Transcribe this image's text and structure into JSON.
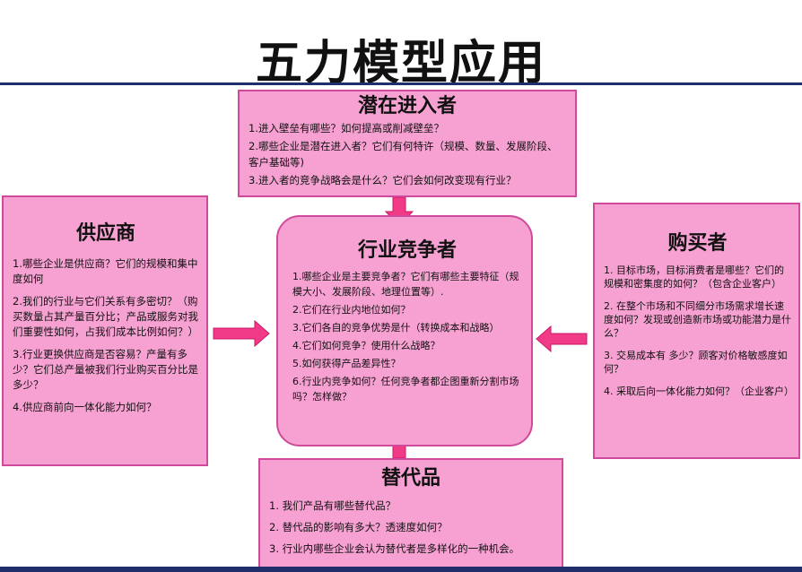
{
  "title": "五力模型应用",
  "colors": {
    "box_fill": "#f7a1d2",
    "box_border": "#cf4a9a",
    "arrow": "#f23b86",
    "rule": "#1f2f6b"
  },
  "potential_entrants": {
    "heading": "潜在进入者",
    "items": [
      "1.进入壁垒有哪些？如何提高或削减壁垒？",
      "2.哪些企业是潜在进入者？它们有何特许（规模、数量、发展阶段、客户基础等)",
      "3.进入者的竞争战略会是什么？它们会如何改变现有行业？"
    ]
  },
  "suppliers": {
    "heading": "供应商",
    "items": [
      "1.哪些企业是供应商？它们的规模和集中度如何",
      "2.我们的行业与它们关系有多密切？（购买数量占其产量百分比；产品或服务对我们重要性如何，占我们成本比例如何？）",
      "3.行业更换供应商是否容易？产量有多少？它们总产量被我们行业购买百分比是多少？",
      "4.供应商前向一体化能力如何？"
    ]
  },
  "competitors": {
    "heading": "行业竞争者",
    "items": [
      "1.哪些企业是主要竞争者？它们有哪些主要特征（规模大小、发展阶段、地理位置等）.",
      "2.它们在行业内地位如何？",
      "3.它们各自的竞争优势是什（转换成本和战略）",
      "4.它们如何竞争？使用什么战略？",
      "5.如何获得产品差异性？",
      "6.行业内竞争如何？任何竞争者都企图重新分割市场吗？怎样做？"
    ]
  },
  "buyers": {
    "heading": "购买者",
    "items": [
      "1. 目标市场，目标消费者是哪些？它们的规模和密集度的如何？（包含企业客户）",
      "2. 在整个市场和不同细分市场需求增长速度如何？发现或创造新市场或功能潜力是什么？",
      "3. 交易成本有 多少？顾客对价格敏感度如何？",
      "4. 采取后向一体化能力如何？（企业客户）"
    ]
  },
  "substitutes": {
    "heading": "替代品",
    "items": [
      "1. 我们产品有哪些替代品？",
      "2. 替代品的影响有多大？透速度如何？",
      "3. 行业内哪些企业会认为替代者是多样化的一种机会。"
    ]
  }
}
